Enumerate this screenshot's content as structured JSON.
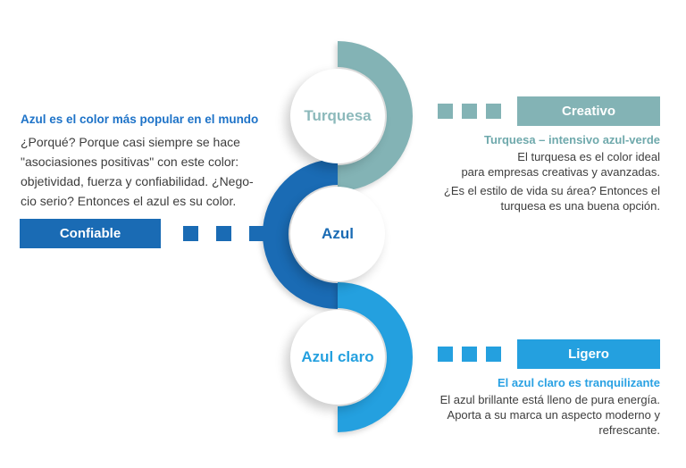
{
  "colors": {
    "blue": "#1a6bb4",
    "blue_heading": "#1e73c8",
    "teal": "#83b3b5",
    "teal_text": "#6fa9ac",
    "teal_label": "#8cb9bb",
    "light_blue": "#24a0df",
    "light_blue_text": "#29a1e3",
    "body_text": "#3d3d3d",
    "bg": "#ffffff"
  },
  "steps": [
    {
      "label": "Turquesa"
    },
    {
      "label": "Azul"
    },
    {
      "label": "Azul claro"
    }
  ],
  "left_panel": {
    "heading": "Azul es el color más popular en el mundo",
    "body_lines": [
      "¿Porqué? Porque casi siempre se hace",
      "\"asociasiones positivas\" con este color:",
      "objetividad, fuerza y confiabilidad. ¿Nego-",
      "cio serio? Entonces el azul es su color."
    ],
    "badge": "Confiable"
  },
  "right_top": {
    "badge": "Creativo",
    "subheading": "Turquesa – intensivo azul-verde",
    "body_lines": [
      "El turquesa es el color ideal",
      "para empresas creativas y avanzadas.",
      "¿Es el estilo de vida su área? Entonces el",
      "turquesa es una buena opción."
    ]
  },
  "right_bottom": {
    "badge": "Ligero",
    "subheading": "El azul claro es tranquilizante",
    "body_lines": [
      "El azul brillante está lleno de pura energía.",
      "Aporta a su marca un aspecto moderno y",
      "refrescante."
    ]
  }
}
